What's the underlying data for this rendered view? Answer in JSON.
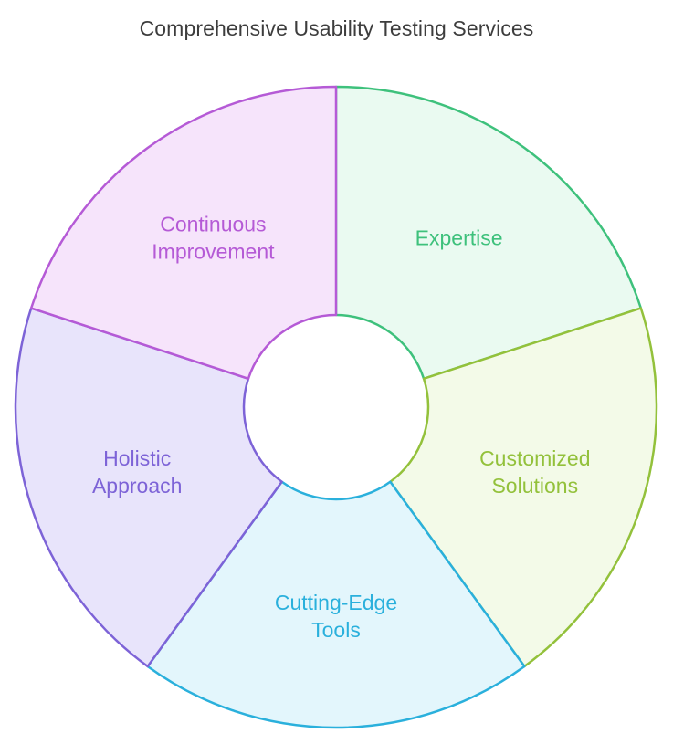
{
  "title": "Comprehensive Usability Testing Services",
  "segments": [
    {
      "id": "expertise",
      "lines": [
        "Expertise"
      ],
      "fill": "#eafaf1",
      "stroke": "#3ec17c",
      "text": "#3ec17c"
    },
    {
      "id": "customized-solutions",
      "lines": [
        "Customized",
        "Solutions"
      ],
      "fill": "#f3fae8",
      "stroke": "#93c13b",
      "text": "#93c13b"
    },
    {
      "id": "cutting-edge-tools",
      "lines": [
        "Cutting-Edge",
        "Tools"
      ],
      "fill": "#e3f6fc",
      "stroke": "#2ab0dc",
      "text": "#2ab0dc"
    },
    {
      "id": "holistic-approach",
      "lines": [
        "Holistic",
        "Approach"
      ],
      "fill": "#e8e4fb",
      "stroke": "#7d63d7",
      "text": "#7d63d7"
    },
    {
      "id": "continuous-improvement",
      "lines": [
        "Continuous",
        "Improvement"
      ],
      "fill": "#f6e4fb",
      "stroke": "#b55ad6",
      "text": "#b55ad6"
    }
  ]
}
